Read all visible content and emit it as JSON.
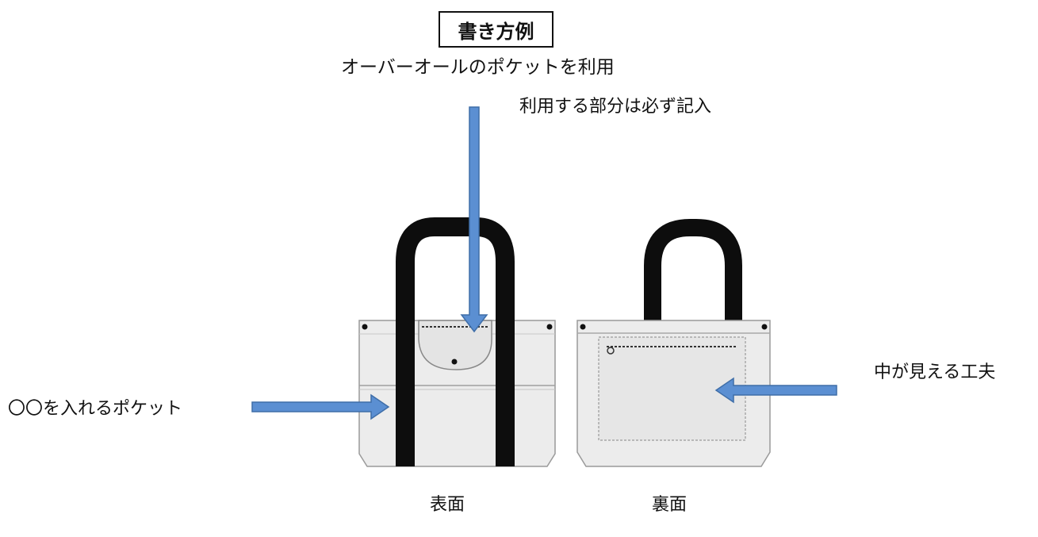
{
  "heading": "書き方例",
  "subtitle": "オーバーオールのポケットを利用",
  "labels": {
    "top_note": "利用する部分は必ず記入",
    "left_note": "〇〇を入れるポケット",
    "right_note": "中が見える工夫",
    "front": "表面",
    "back": "裏面"
  },
  "colors": {
    "arrow": "#5b8fd2",
    "arrow_edge": "#3f6ea8",
    "bag_fill": "#ececec",
    "handle": "#0d0d0d"
  }
}
